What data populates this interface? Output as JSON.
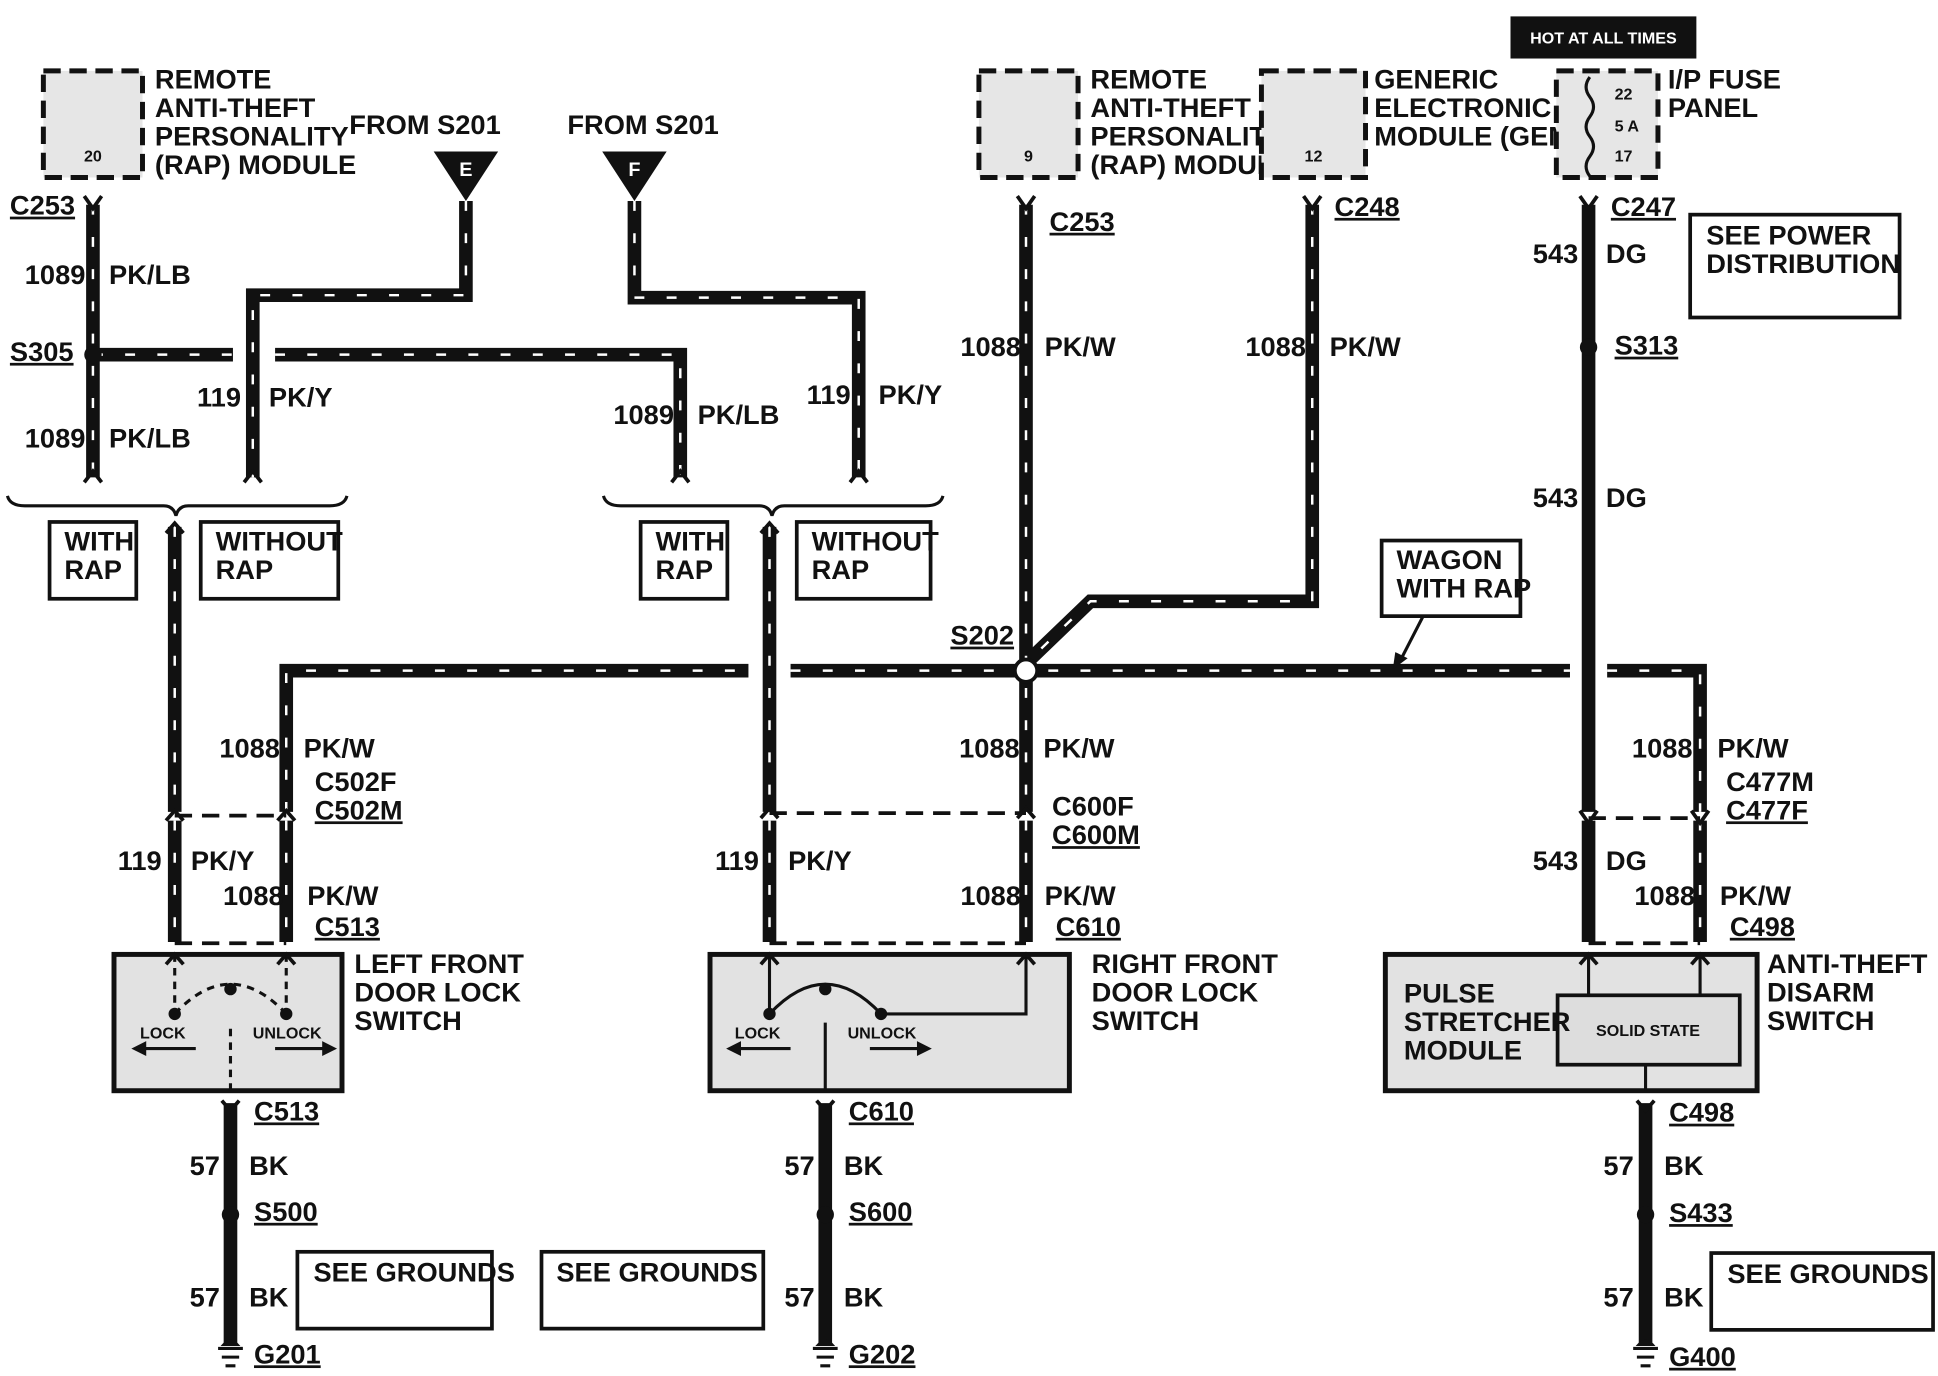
{
  "header": {
    "hot_label": "HOT AT ALL TIMES"
  },
  "components": {
    "rap_left": {
      "lines": [
        "REMOTE",
        "ANTI-THEFT",
        "PERSONALITY",
        "(RAP) MODULE"
      ],
      "pin": "20"
    },
    "rap_right": {
      "lines": [
        "REMOTE",
        "ANTI-THEFT",
        "PERSONALITY",
        "(RAP) MODULE"
      ],
      "pin": "9"
    },
    "gem": {
      "lines": [
        "GENERIC",
        "ELECTRONIC",
        "MODULE (GEM)"
      ],
      "pin": "12"
    },
    "fuse_panel": {
      "lines": [
        "I/P FUSE",
        "PANEL"
      ],
      "pin_top": "22",
      "rating": "5 A",
      "pin_bottom": "17"
    },
    "lf_switch": {
      "lines": [
        "LEFT FRONT",
        "DOOR LOCK",
        "SWITCH"
      ],
      "lock": "LOCK",
      "unlock": "UNLOCK"
    },
    "rf_switch": {
      "lines": [
        "RIGHT FRONT",
        "DOOR LOCK",
        "SWITCH"
      ],
      "lock": "LOCK",
      "unlock": "UNLOCK"
    },
    "pulse_module": {
      "lines": [
        "PULSE",
        "STRETCHER",
        "MODULE"
      ],
      "inner": "SOLID STATE"
    },
    "disarm_switch": {
      "lines": [
        "ANTI-THEFT",
        "DISARM",
        "SWITCH"
      ]
    }
  },
  "from_labels": {
    "e": "FROM S201",
    "e_letter": "E",
    "f": "FROM S201",
    "f_letter": "F"
  },
  "option_boxes": {
    "with_rap": [
      "WITH",
      "RAP"
    ],
    "without_rap": [
      "WITHOUT",
      "RAP"
    ],
    "wagon_with_rap": [
      "WAGON",
      "WITH RAP"
    ],
    "see_power": [
      "SEE POWER",
      "DISTRIBUTION"
    ],
    "see_grounds": "SEE GROUNDS"
  },
  "connectors": {
    "c253": "C253",
    "c248": "C248",
    "c247": "C247",
    "c502f": "C502F",
    "c502m": "C502M",
    "c600f": "C600F",
    "c600m": "C600M",
    "c477m": "C477M",
    "c477f": "C477F",
    "c513": "C513",
    "c610": "C610",
    "c498": "C498"
  },
  "splices": {
    "s305": "S305",
    "s202": "S202",
    "s313": "S313",
    "s500": "S500",
    "s600": "S600",
    "s433": "S433"
  },
  "grounds": {
    "g201": "G201",
    "g202": "G202",
    "g400": "G400"
  },
  "circuits": {
    "c1089": "1089",
    "c1088": "1088",
    "c119": "119",
    "c543": "543",
    "c57": "57",
    "pk_lb": "PK/LB",
    "pk_w": "PK/W",
    "pk_y": "PK/Y",
    "dg": "DG",
    "bk": "BK"
  }
}
